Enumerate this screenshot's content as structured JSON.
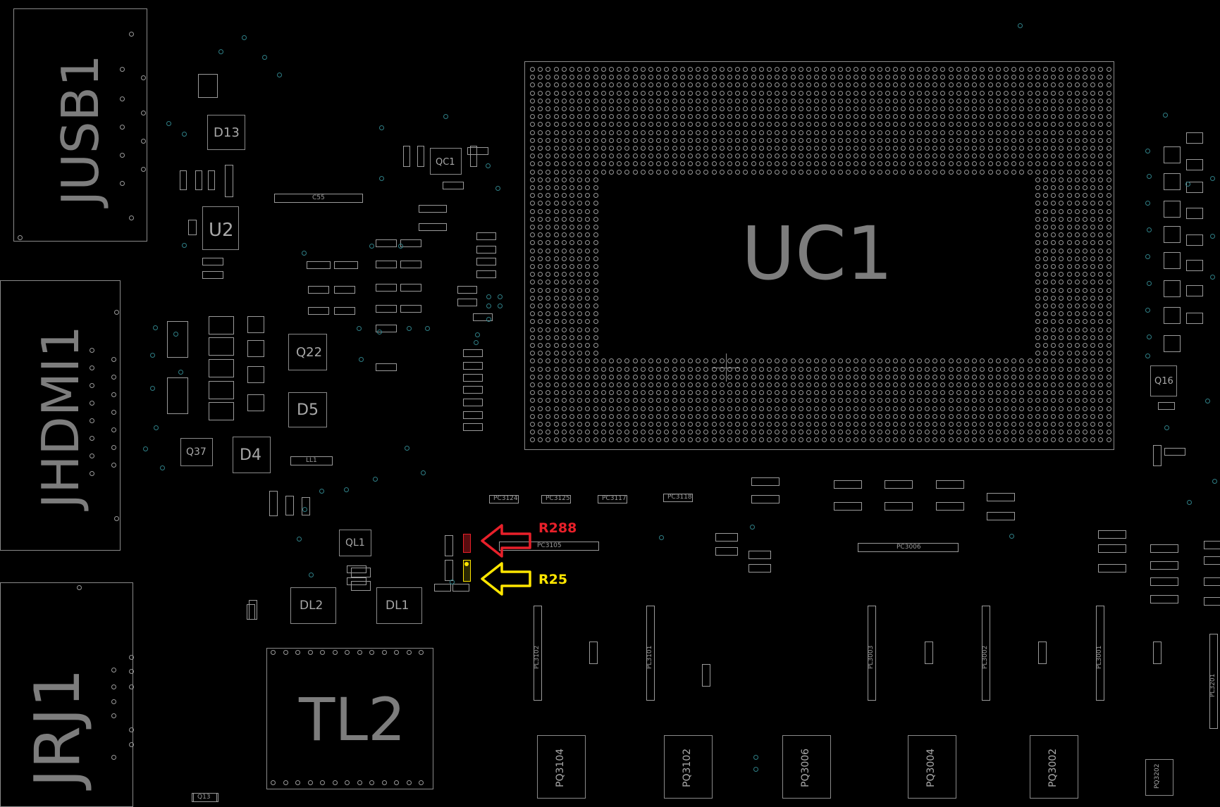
{
  "components": {
    "jusb1": "JUSB1",
    "jhdmi1": "JHDMI1",
    "jrj1": "JRJ1",
    "uc1": "UC1",
    "tl2": "TL2",
    "d13": "D13",
    "u2": "U2",
    "qqc1": "QC1",
    "q22": "Q22",
    "d5": "D5",
    "d4": "D4",
    "q37": "Q37",
    "ql1": "QL1",
    "dl2": "DL2",
    "dl1": "DL1",
    "q16": "Q16",
    "c55": "C55",
    "ll1": "LL1",
    "pc3105": "PC3105",
    "pc3006": "PC3006",
    "pq3104": "PQ3104",
    "pq3102": "PQ3102",
    "pq3006": "PQ3006",
    "pq3004": "PQ3004",
    "pq3002": "PQ3002",
    "pq3202": "PQ3202",
    "pl3102": "PL3102",
    "pl3101": "PL3101",
    "pl3003": "PL3003",
    "pl3002": "PL3002",
    "pl3001": "PL3001",
    "pl3201": "PL3201",
    "pc3124": "PC3124",
    "pc3125": "PC3125",
    "pc3117": "PC3117",
    "pc3118": "PC3118",
    "q13": "Q13"
  },
  "annotations": {
    "r288": {
      "label": "R288",
      "color": "#e8202a"
    },
    "r25": {
      "label": "R25",
      "color": "#ffe600"
    }
  },
  "colors": {
    "background": "#000000",
    "outline": "#8a8a8a",
    "via": "#2f7f86",
    "label_large": "#7d7d7d"
  }
}
